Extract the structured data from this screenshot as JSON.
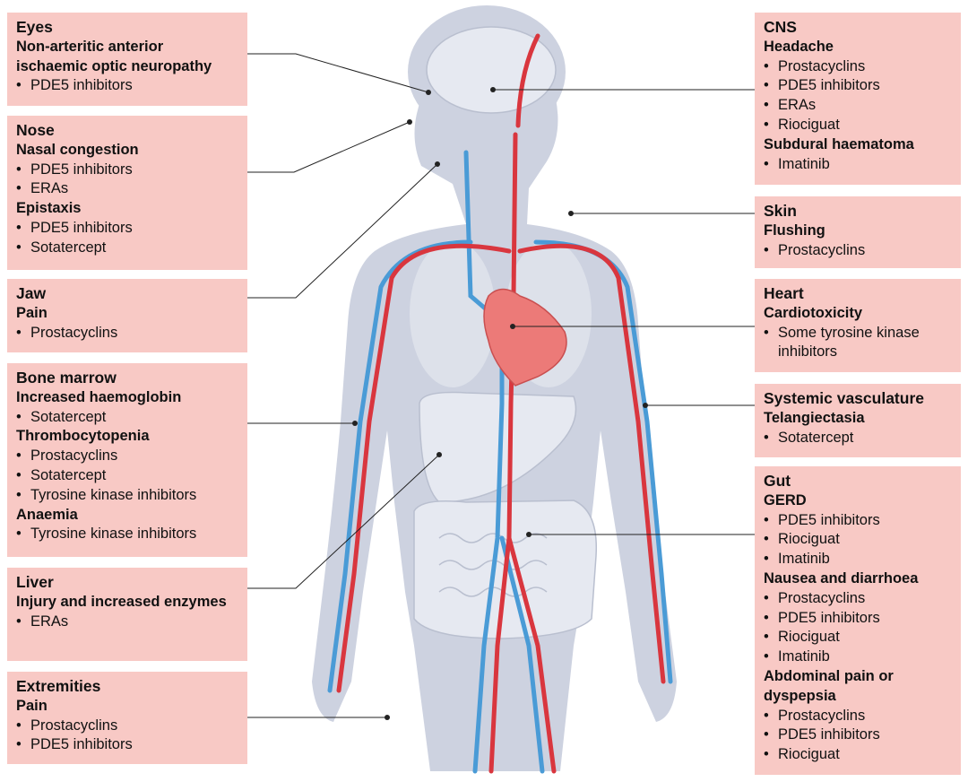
{
  "left_panels": [
    {
      "title": "Eyes",
      "groups": [
        {
          "heading": "Non-arteritic anterior ischaemic optic neuropathy",
          "items": [
            "PDE5 inhibitors"
          ]
        }
      ]
    },
    {
      "title": "Nose",
      "groups": [
        {
          "heading": "Nasal congestion",
          "items": [
            "PDE5 inhibitors",
            "ERAs"
          ]
        },
        {
          "heading": "Epistaxis",
          "items": [
            "PDE5 inhibitors",
            "Sotatercept"
          ]
        }
      ]
    },
    {
      "title": "Jaw",
      "groups": [
        {
          "heading": "Pain",
          "items": [
            "Prostacyclins"
          ]
        }
      ]
    },
    {
      "title": "Bone marrow",
      "groups": [
        {
          "heading": "Increased haemoglobin",
          "items": [
            "Sotatercept"
          ]
        },
        {
          "heading": "Thrombocytopenia",
          "items": [
            "Prostacyclins",
            "Sotatercept",
            "Tyrosine kinase inhibitors"
          ]
        },
        {
          "heading": "Anaemia",
          "items": [
            "Tyrosine kinase inhibitors"
          ]
        }
      ]
    },
    {
      "title": "Liver",
      "groups": [
        {
          "heading": "Injury and increased enzymes",
          "items": [
            "ERAs"
          ]
        }
      ]
    },
    {
      "title": "Extremities",
      "groups": [
        {
          "heading": "Pain",
          "items": [
            "Prostacyclins",
            "PDE5 inhibitors"
          ]
        }
      ]
    }
  ],
  "right_panels": [
    {
      "title": "CNS",
      "groups": [
        {
          "heading": "Headache",
          "items": [
            "Prostacyclins",
            "PDE5 inhibitors",
            "ERAs",
            "Riociguat"
          ]
        },
        {
          "heading": "Subdural haematoma",
          "items": [
            "Imatinib"
          ]
        }
      ]
    },
    {
      "title": "Skin",
      "groups": [
        {
          "heading": "Flushing",
          "items": [
            "Prostacyclins"
          ]
        }
      ]
    },
    {
      "title": "Heart",
      "groups": [
        {
          "heading": "Cardiotoxicity",
          "items": [
            "Some tyrosine kinase inhibitors"
          ]
        }
      ]
    },
    {
      "title": "Systemic vasculature",
      "groups": [
        {
          "heading": "Telangiectasia",
          "items": [
            "Sotatercept"
          ]
        }
      ]
    },
    {
      "title": "Gut",
      "groups": [
        {
          "heading": "GERD",
          "items": [
            "PDE5 inhibitors",
            "Riociguat",
            "Imatinib"
          ]
        },
        {
          "heading": "Nausea and diarrhoea",
          "items": [
            "Prostacyclins",
            "PDE5 inhibitors",
            "Riociguat",
            "Imatinib"
          ]
        },
        {
          "heading": "Abdominal pain or dyspepsia",
          "items": [
            "Prostacyclins",
            "PDE5 inhibitors",
            "Riociguat"
          ]
        }
      ]
    }
  ],
  "colors": {
    "panel": "#f8c9c5",
    "body": "#cdd2e0",
    "organ": "#e4e7ef",
    "artery": "#d9363e",
    "vein": "#4a9bd6",
    "heart": "#ec7a78"
  }
}
